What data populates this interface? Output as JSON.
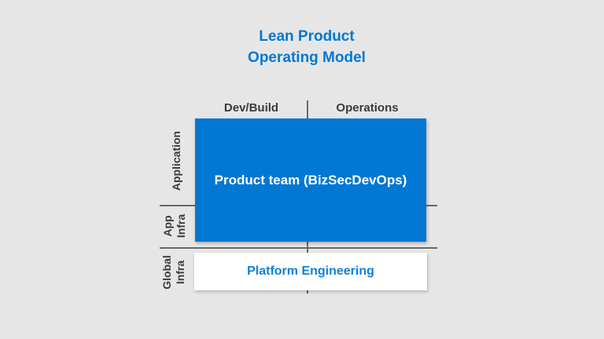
{
  "title": "Lean Product\nOperating Model",
  "columns": [
    {
      "label": "Dev/Build"
    },
    {
      "label": "Operations"
    }
  ],
  "rows": [
    {
      "label": "Application"
    },
    {
      "label": "App\nInfra"
    },
    {
      "label": "Global\nInfra"
    }
  ],
  "boxes": {
    "product_team": {
      "label": "Product team (BizSecDevOps)"
    },
    "platform_engineering": {
      "label": "Platform Engineering"
    }
  },
  "colors": {
    "background": "#e6e6e6",
    "accent_blue": "#0078d4",
    "line_gray": "#696969",
    "label_text": "#3b3b3b",
    "product_text": "#ffffff",
    "platform_box_bg": "#ffffff",
    "platform_text": "#0f80dd"
  }
}
